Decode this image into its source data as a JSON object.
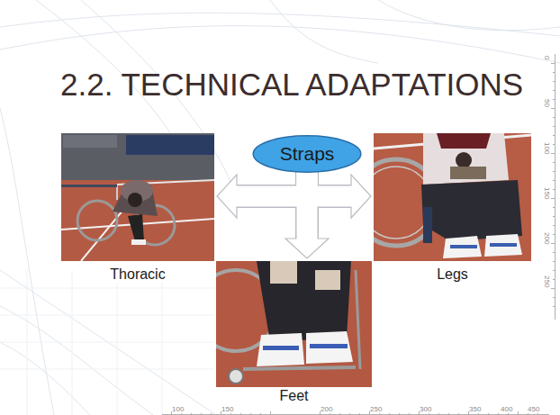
{
  "diagram": {
    "title": "2.2. TECHNICAL ADAPTATIONS",
    "nodes": [
      {
        "text": [
          "Thoracic"
        ]
      },
      {
        "text": [
          "Straps"
        ]
      },
      {
        "text": [
          "Legs"
        ]
      },
      {
        "text": [
          "Feet"
        ]
      }
    ],
    "edges": [
      {
        "from": 1,
        "to": 0,
        "arrow": "to"
      },
      {
        "from": 1,
        "to": 2,
        "arrow": "to"
      },
      {
        "from": 1,
        "to": 3,
        "arrow": "to"
      }
    ],
    "labels": [
      "0",
      "50",
      "100",
      "150",
      "200",
      "250",
      "100",
      "150",
      "200",
      "250",
      "300",
      "350",
      "400",
      "450"
    ]
  }
}
